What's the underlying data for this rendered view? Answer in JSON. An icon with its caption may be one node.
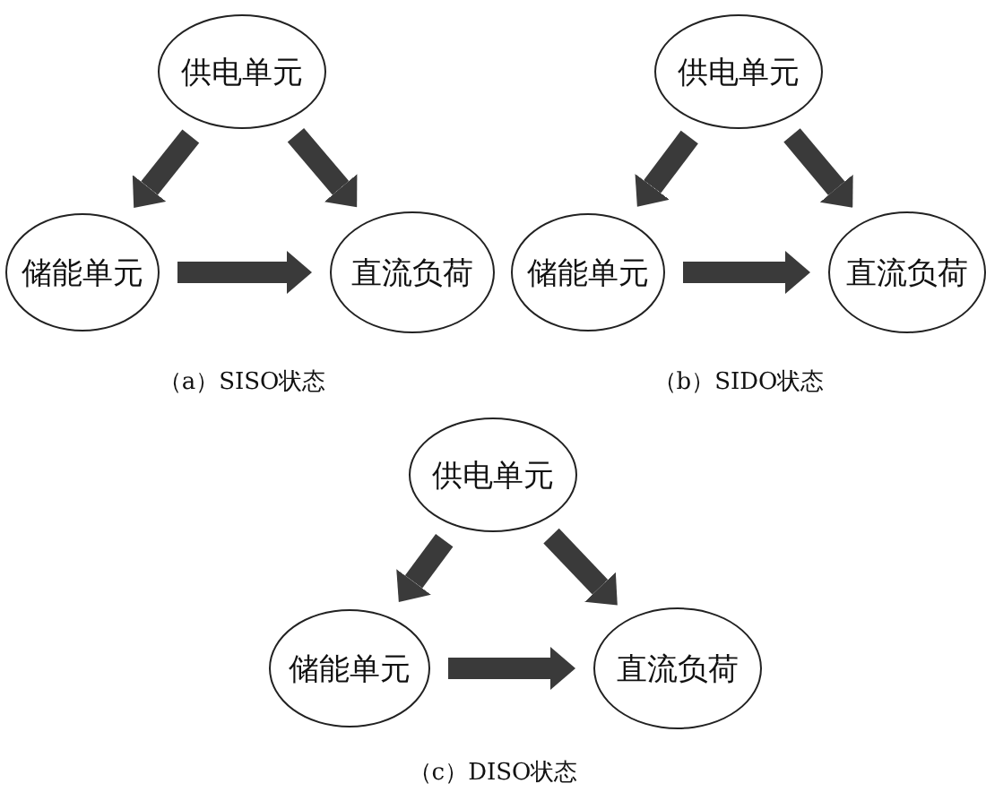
{
  "diagram": {
    "nodes": [
      {
        "text": [
          "供电单元"
        ]
      },
      {
        "text": [
          "储能单元"
        ]
      },
      {
        "text": [
          "直流负荷"
        ]
      },
      {
        "text": [
          "供电单元"
        ]
      },
      {
        "text": [
          "储能单元"
        ]
      },
      {
        "text": [
          "直流负荷"
        ]
      },
      {
        "text": [
          "供电单元"
        ]
      },
      {
        "text": [
          "储能单元"
        ]
      },
      {
        "text": [
          "直流负荷"
        ]
      }
    ],
    "edges": [
      {
        "from": 0,
        "to": 1,
        "arrow": "to"
      },
      {
        "from": 0,
        "to": 2,
        "arrow": "to"
      },
      {
        "from": 1,
        "to": 2,
        "arrow": "to"
      },
      {
        "from": 3,
        "to": 4,
        "arrow": "to"
      },
      {
        "from": 3,
        "to": 5,
        "arrow": "to"
      },
      {
        "from": 4,
        "to": 5,
        "arrow": "to"
      },
      {
        "from": 6,
        "to": 7,
        "arrow": "to"
      },
      {
        "from": 6,
        "to": 8,
        "arrow": "to"
      },
      {
        "from": 7,
        "to": 8,
        "arrow": "to"
      }
    ],
    "labels": [
      "（a）SISO状态",
      "（b）SIDO状态",
      "（c）DISO状态"
    ]
  }
}
